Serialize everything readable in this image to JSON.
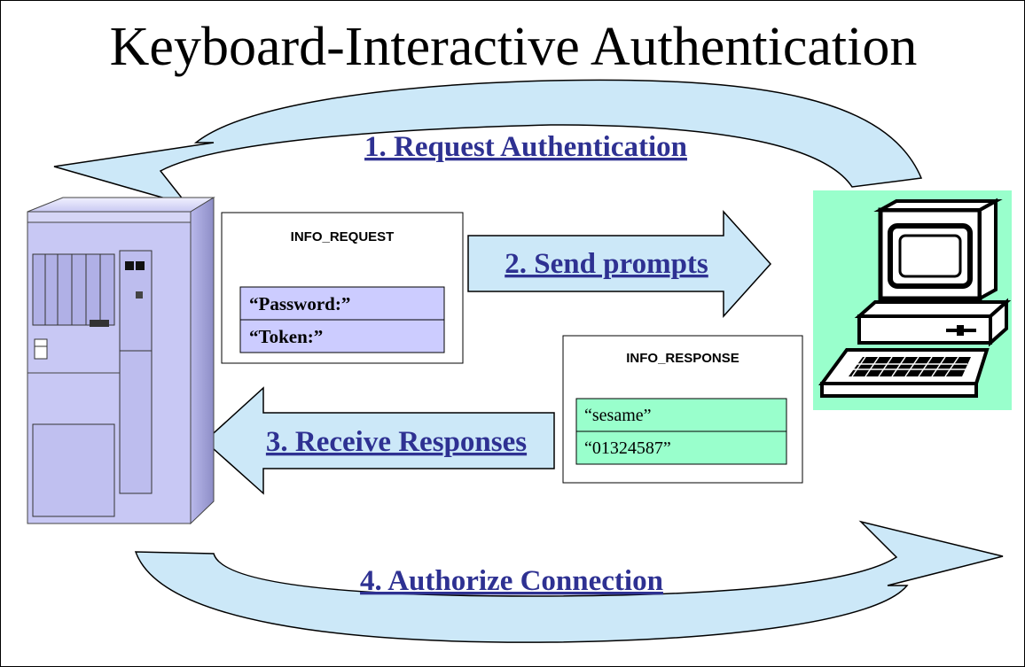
{
  "title": "Keyboard-Interactive Authentication",
  "steps": [
    {
      "label": "1. Request Authentication"
    },
    {
      "label": "2. Send prompts"
    },
    {
      "label": "3. Receive Responses"
    },
    {
      "label": "4. Authorize Connection"
    }
  ],
  "info_request": {
    "title": "INFO_REQUEST",
    "fields": [
      "“Password:”",
      "“Token:”"
    ]
  },
  "info_response": {
    "title": "INFO_RESPONSE",
    "fields": [
      "“sesame”",
      "“01324587”"
    ]
  },
  "icons": {
    "server": "server-icon",
    "client": "computer-icon"
  },
  "colors": {
    "arrow_fill": "#cce8f8",
    "label_color": "#2e3192",
    "request_field_fill": "#ccccff",
    "response_field_fill": "#99ffcc",
    "client_background": "#99ffcc",
    "server_fill": "#ccccff"
  }
}
